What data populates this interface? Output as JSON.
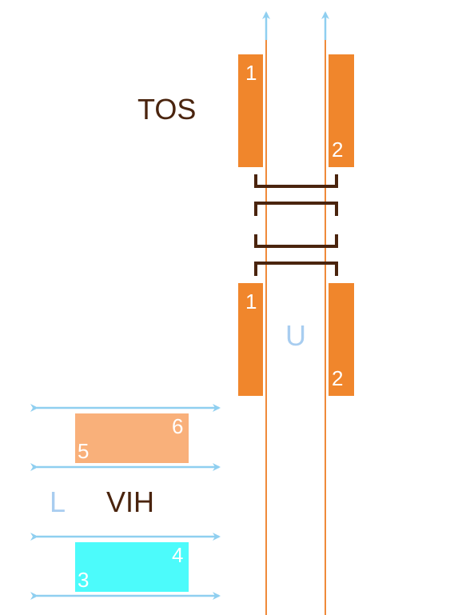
{
  "labels": {
    "tos": "TOS",
    "vih": "VIH",
    "u": "U",
    "l": "L"
  },
  "blocks": {
    "upper_left": "1",
    "upper_right": "2",
    "lower_left": "1",
    "lower_right": "2",
    "peach_top_right": "6",
    "peach_bottom_left": "5",
    "cyan_top_right": "4",
    "cyan_bottom_left": "3"
  },
  "colors": {
    "orange_block": "#f0862c",
    "orange_line": "#ef8a3a",
    "bracket": "#4a240e",
    "arrow": "#8fcff0",
    "peach_block": "#f9b07a",
    "cyan_block": "#4cfbfb",
    "label_dark": "#4a240e",
    "label_light": "#a8cdf0"
  },
  "icons": {
    "arrow_up": "arrow-up-icon",
    "double_arrow": "double-arrow-icon",
    "bracket": "h-bracket-icon"
  }
}
